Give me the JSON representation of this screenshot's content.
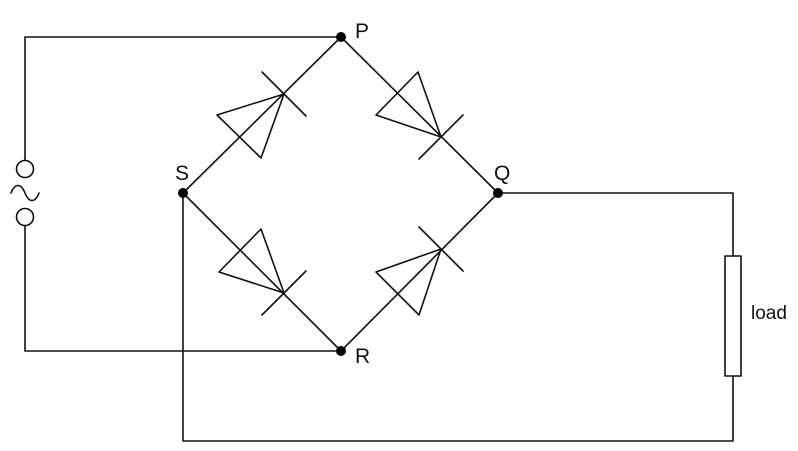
{
  "nodes": {
    "P": "P",
    "Q": "Q",
    "R": "R",
    "S": "S"
  },
  "load": {
    "label": "load"
  },
  "supply": {
    "icon": "ac-source-icon"
  }
}
